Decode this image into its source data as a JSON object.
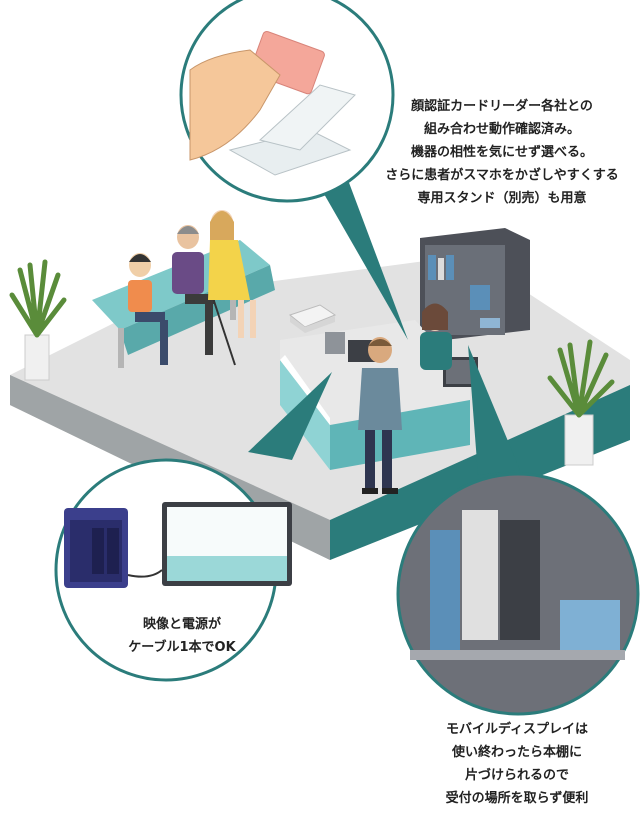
{
  "captions": {
    "card_reader": [
      "顔認証カードリーダー各社との",
      "組み合わせ動作確認済み。",
      "機器の相性を気にせず選べる。",
      "さらに患者がスマホをかざしやすくする",
      "専用スタンド（別売）も用意"
    ],
    "display_cable": [
      "映像と電源が",
      "ケーブル1本でOK"
    ],
    "bookshelf": [
      "モバイルディスプレイは",
      "使い終わったら本棚に",
      "片づけられるので",
      "受付の場所を取らず便利"
    ]
  },
  "colors": {
    "accent_teal": "#2b7c7b",
    "counter_cyan": "#8fd3d4",
    "floor_gray": "#dcdcdc",
    "shelf_dark": "#4d5058",
    "nas_purple": "#3b3f8c"
  }
}
